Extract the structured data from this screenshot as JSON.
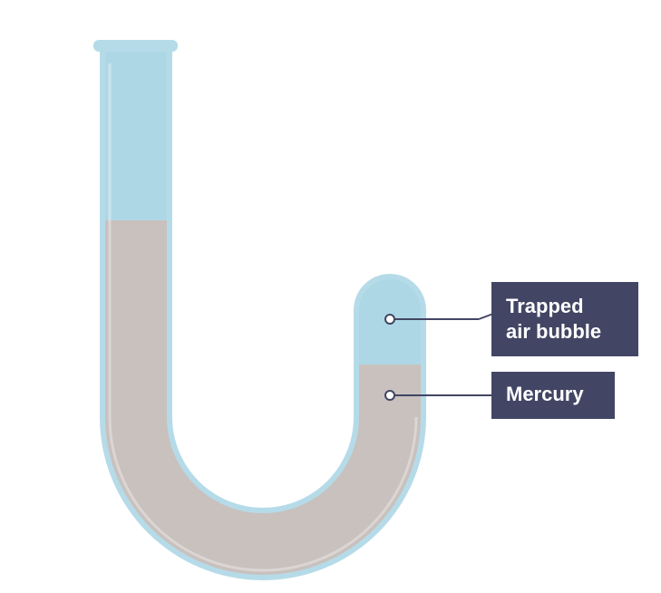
{
  "labels": {
    "trapped_air_line1": "Trapped",
    "trapped_air_line2": "air bubble",
    "mercury": "Mercury"
  },
  "colors": {
    "tube_outline": "#b6dbe8",
    "air": "#aed7e6",
    "mercury": "#c8c1be",
    "label_background": "#424563",
    "label_text": "#ffffff",
    "leader_line": "#424563"
  }
}
